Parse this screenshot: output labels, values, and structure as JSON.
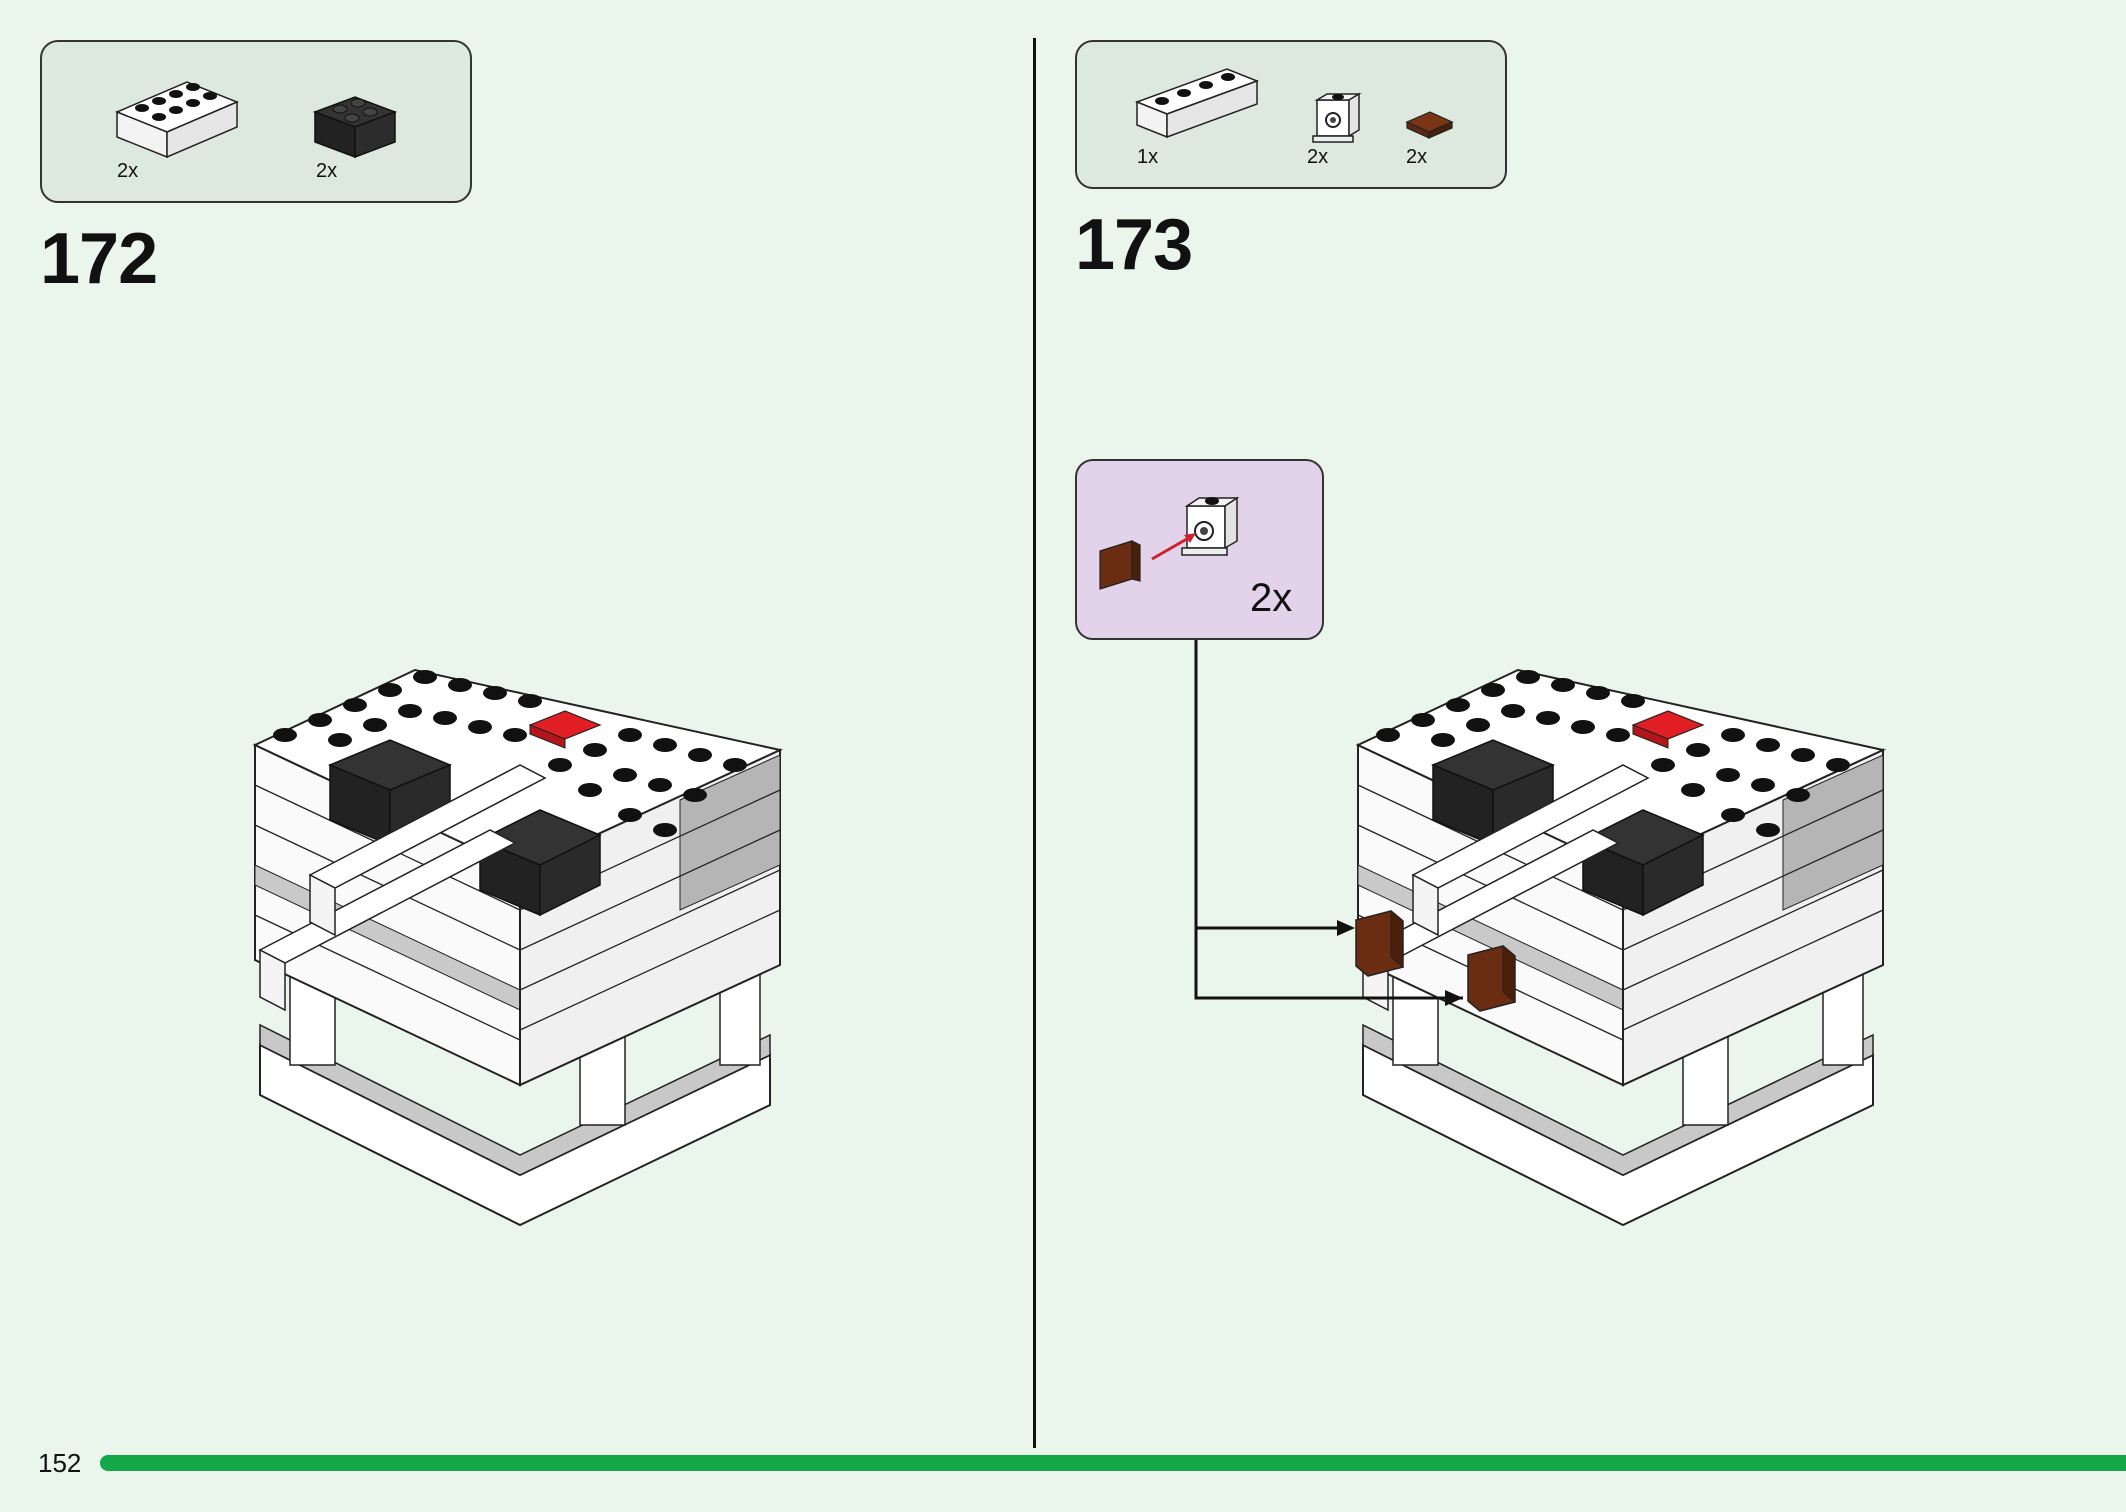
{
  "page": {
    "number": "152",
    "progress_color": "#13a74a",
    "background": "#eaf5ec"
  },
  "steps": [
    {
      "number": "172",
      "parts": [
        {
          "icon": "white-brick-2x4-icon",
          "qty": "2x"
        },
        {
          "icon": "black-brick-2x2-icon",
          "qty": "2x"
        }
      ]
    },
    {
      "number": "173",
      "parts": [
        {
          "icon": "white-plate-1x4-icon",
          "qty": "1x"
        },
        {
          "icon": "white-bracket-1x1-icon",
          "qty": "2x"
        },
        {
          "icon": "brown-tile-1x1-icon",
          "qty": "2x"
        }
      ],
      "callout": {
        "qty": "2x",
        "background": "#e2d3ea"
      }
    }
  ]
}
